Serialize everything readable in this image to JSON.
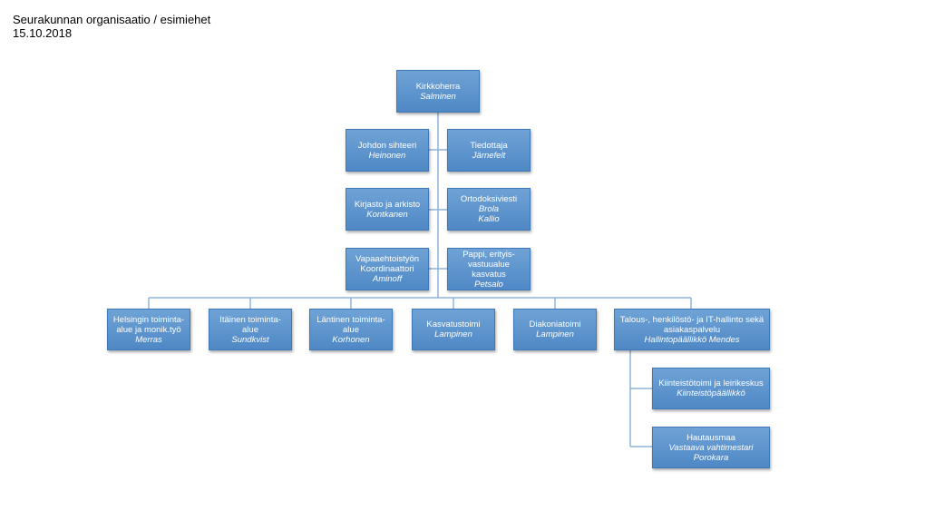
{
  "header": {
    "title": "Seurakunnan organisaatio / esimiehet",
    "date": "15.10.2018"
  },
  "nodes": {
    "kirkkoherra": {
      "title": "Kirkkoherra",
      "name": "Salminen"
    },
    "johdon": {
      "title": "Johdon sihteeri",
      "name": "Heinonen"
    },
    "tiedottaja": {
      "title": "Tiedottaja",
      "name": "Järnefelt"
    },
    "kirjasto": {
      "title": "Kirjasto ja arkisto",
      "name": "Kontkanen"
    },
    "ortodoksi": {
      "title": "Ortodoksiviesti",
      "name1": "Brola",
      "name2": "Kallio"
    },
    "vapaaeht": {
      "title1": "Vapaaehtoistyön",
      "title2": "Koordinaattori",
      "name": "Aminoff"
    },
    "pappi": {
      "title1": "Pappi, erityis-",
      "title2": "vastuualue kasvatus",
      "name": "Petsalo"
    },
    "helsinki": {
      "title1": "Helsingin toiminta-",
      "title2": "alue ja monik.työ",
      "name": "Merras"
    },
    "itainen": {
      "title1": "Itäinen toiminta-",
      "title2": "alue",
      "name": "Sundkvist"
    },
    "lantinen": {
      "title1": "Läntinen toiminta-",
      "title2": "alue",
      "name": "Korhonen"
    },
    "kasvatus": {
      "title": "Kasvatustoimi",
      "name": "Lampinen"
    },
    "diakonia": {
      "title": "Diakoniatoimi",
      "name": "Lampinen"
    },
    "talous": {
      "title1": "Talous-, henkilöstö- ja IT-hallinto sekä",
      "title2": "asiakaspalvelu",
      "name": "Hallintopäällikkö Mendes"
    },
    "kiinteisto": {
      "title": "Kiinteistötoimi ja leirikeskus",
      "name": "Kiinteistöpäällikkö"
    },
    "hautausmaa": {
      "title": "Hautausmaa",
      "name1": "Vastaava vahtimestari",
      "name2": "Porokara"
    }
  },
  "colors": {
    "box_top": "#6fa3d6",
    "box_bottom": "#4f88c6",
    "border": "#3f78b8",
    "line": "#8eb4dc"
  }
}
